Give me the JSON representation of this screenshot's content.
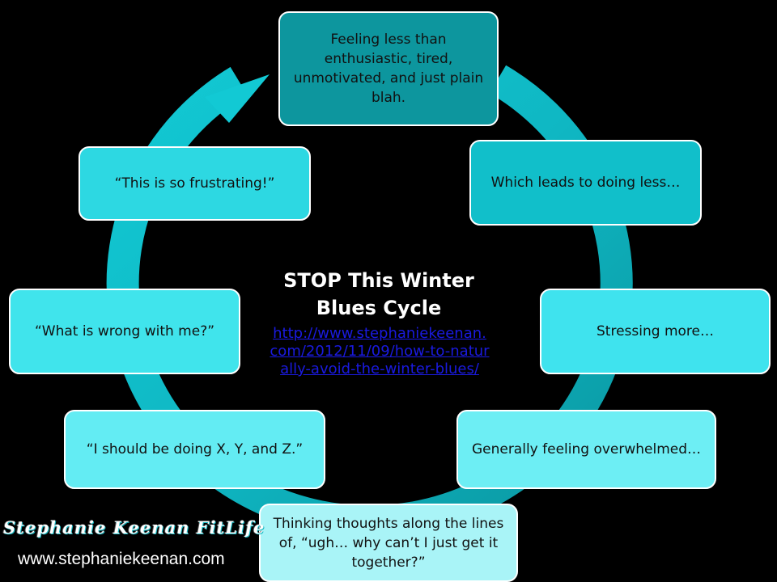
{
  "colors": {
    "ring": "#0fb7c3",
    "ring_dark": "#0b8f99",
    "node_border": "#ffffff",
    "title_text": "#ffffff",
    "link_text": "#1a1ae0"
  },
  "diagram": {
    "center": {
      "title": "STOP This Winter Blues Cycle",
      "link": "http://www.stephaniekeenan.com/2012/11/09/how-to-naturally-avoid-the-winter-blues/"
    },
    "steps": [
      "Feeling less than enthusiastic, tired, unmotivated, and just plain blah.",
      "Which leads to doing less…",
      "Stressing more…",
      "Generally feeling overwhelmed…",
      "Thinking thoughts along the lines of, “ugh… why can’t I just get it together?”",
      "“I should be doing X, Y, and Z.”",
      "“What is wrong with me?”",
      "“This is so frustrating!”"
    ],
    "cycle_arrow_icon": "circular-arrow-icon"
  },
  "branding": {
    "logo_text": "Stephanie Keenan FitLife",
    "url": "www.stephaniekeenan.com"
  }
}
